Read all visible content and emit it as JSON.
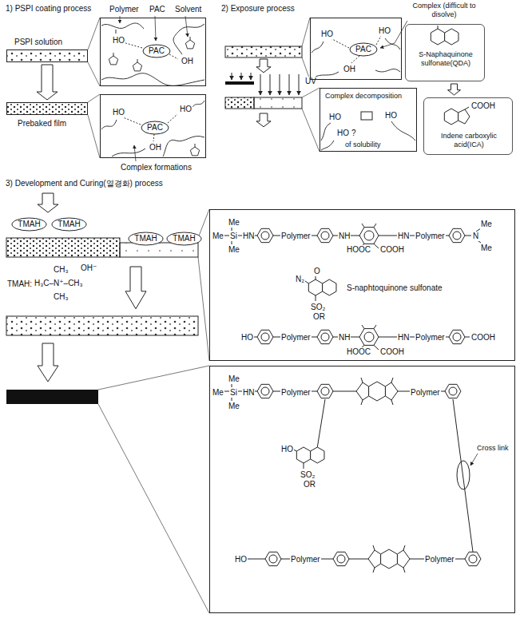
{
  "diagram": {
    "nodes": [
      {
        "text": [
          "PSPI solution"
        ]
      },
      {
        "text": [
          "HO",
          "OH"
        ]
      },
      {
        "text": [
          "PAC"
        ],
        "in": 1
      },
      {
        "text": [
          "Prebaked film"
        ]
      },
      {
        "text": [
          "HO",
          "HO",
          "OH"
        ]
      },
      {
        "text": [
          "PAC"
        ],
        "in": 4
      },
      {
        "text": [
          "HO",
          "HO",
          "OH"
        ]
      },
      {
        "text": [
          "PAC"
        ],
        "in": 6
      },
      {
        "text": [
          "S-Naphaquinone sulfonate(QDA)"
        ]
      },
      {
        "text": [
          "Complex decomposition",
          "HO",
          "HO",
          "HO",
          "?",
          "of solubility"
        ]
      },
      {
        "text": [
          "COOH",
          "Indene carboxylic acid(ICA)"
        ]
      },
      {
        "text": [
          "TMAH"
        ]
      },
      {
        "text": [
          "TMAH"
        ]
      },
      {
        "text": [
          "TMAH"
        ]
      },
      {
        "text": [
          "TMAH"
        ]
      },
      {
        "text": [
          "Me",
          "Me",
          "Si",
          "HN",
          "Me",
          "Polymer",
          "NH",
          "HOOC",
          "COOH",
          "HN",
          "Polymer",
          "N",
          "Me",
          "Me",
          "O",
          "N₂",
          "S-naphtoquinone sulfonate",
          "SO₂",
          "OR",
          "HO",
          "Polymer",
          "NH",
          "HOOC",
          "COOH",
          "HN",
          "Polymer",
          "COOH"
        ]
      },
      {
        "text": [
          "Me",
          "Me",
          "Si",
          "HN",
          "Me",
          "Polymer",
          "Polymer",
          "HO",
          "SO₂",
          "OR",
          "Cross link",
          "HO",
          "Polymer",
          "Polymer"
        ]
      }
    ],
    "edges": [
      {
        "from": 0,
        "to": 3,
        "arrow": "to"
      },
      {
        "from": 8,
        "to": 10,
        "arrow": "to"
      }
    ],
    "labels": [
      "1) PSPI coating process",
      "Polymer",
      "PAC",
      "Solvent",
      "Complex formations",
      "2) Exposure process",
      "Complex (difficult to disolve)",
      "UV",
      "3) Development and Curing(열경화) process",
      "TMAH:",
      "CH₃",
      "OH⁻",
      "H₃C–N⁺–CH₃",
      "CH₃"
    ]
  }
}
